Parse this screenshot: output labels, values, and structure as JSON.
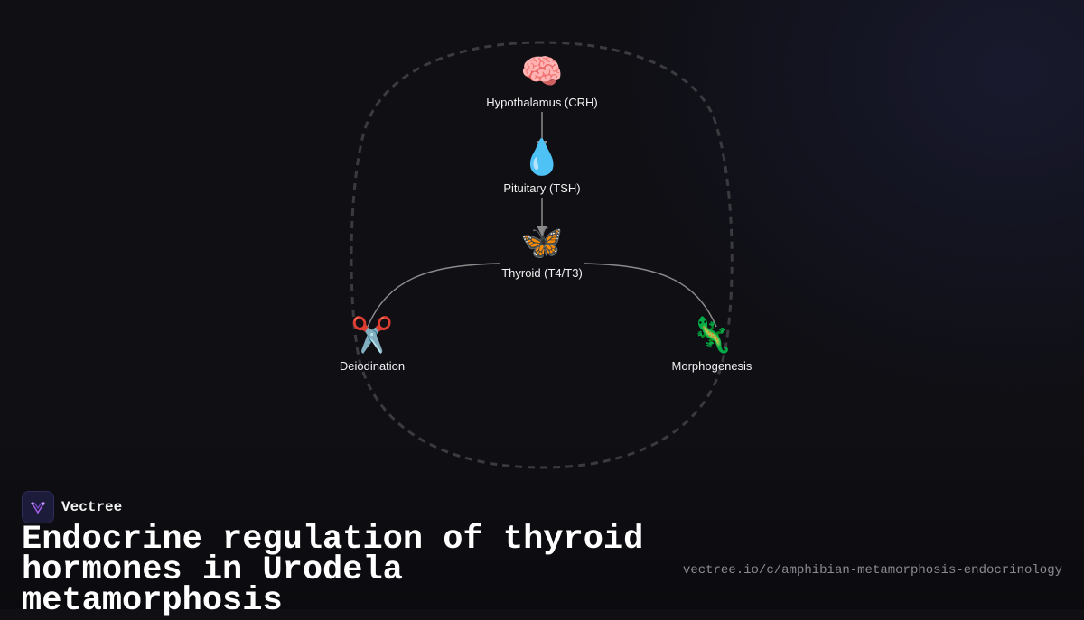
{
  "diagram": {
    "nodes": [
      {
        "id": "hypothalamus",
        "emoji": "🧠",
        "label": "Hypothalamus (CRH)"
      },
      {
        "id": "pituitary",
        "emoji": "💧",
        "label": "Pituitary (TSH)"
      },
      {
        "id": "thyroid",
        "emoji": "🦋",
        "label": "Thyroid (T4/T3)"
      },
      {
        "id": "deiodination",
        "emoji": "✂️",
        "label": "Deiodination"
      },
      {
        "id": "morphogenesis",
        "emoji": "🦎",
        "label": "Morphogenesis"
      }
    ],
    "edges": [
      {
        "from": "hypothalamus",
        "to": "pituitary",
        "arrow": true
      },
      {
        "from": "pituitary",
        "to": "thyroid",
        "arrow": true
      },
      {
        "from": "thyroid",
        "to": "deiodination",
        "arrow": false
      },
      {
        "from": "thyroid",
        "to": "morphogenesis",
        "arrow": false
      }
    ],
    "loop_style": "dashed"
  },
  "brand": {
    "name": "Vectree"
  },
  "title": "Endocrine regulation of thyroid hormones in Urodela metamorphosis",
  "url": "vectree.io/c/amphibian-metamorphosis-endocrinology",
  "colors": {
    "background": "#0f0f14",
    "edge": "#8a8a8a",
    "loop": "#3a3a3f",
    "logo_accent": "#a05ce0"
  }
}
